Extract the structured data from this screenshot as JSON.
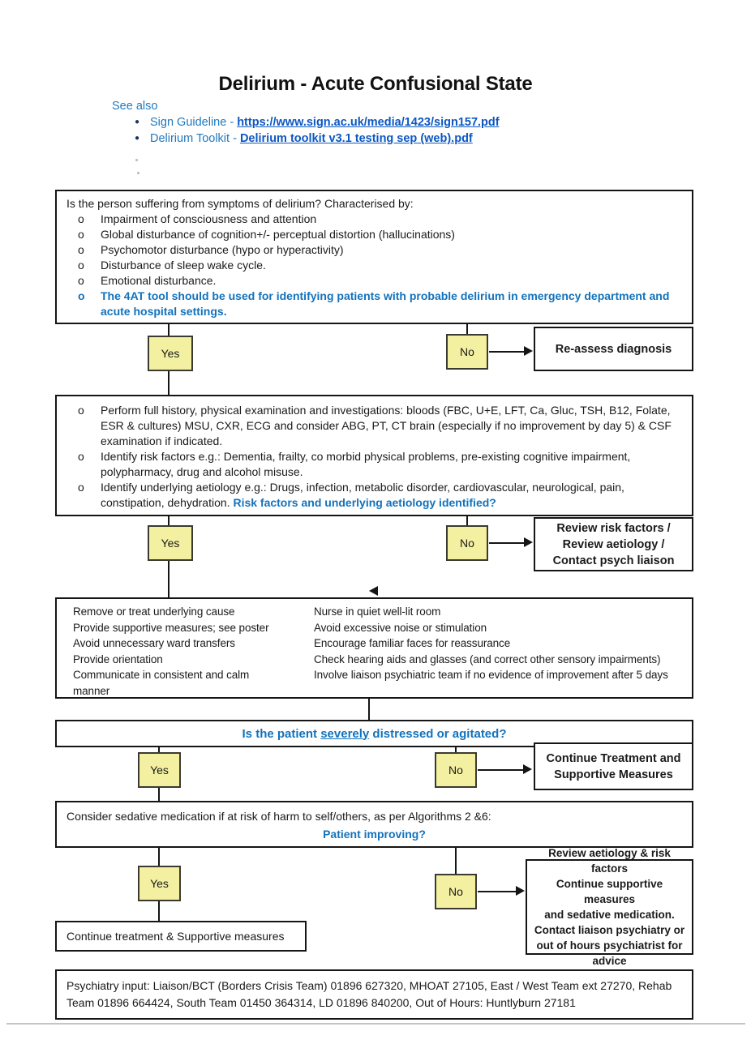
{
  "glyphs": {
    "o_marker": "o",
    "dot": "●"
  },
  "labels": {
    "yes": "Yes",
    "no": "No"
  },
  "colors": {
    "accent_blue": "#1272BC",
    "link_blue": "#0B57C2",
    "lead_blue": "#2179BE",
    "box_yellow": "#F4F0A1"
  },
  "header": {
    "title": "Delirium - Acute Confusional State",
    "see_also": "See also",
    "links": [
      {
        "lead": "Sign Guideline - ",
        "text": "https://www.sign.ac.uk/media/1423/sign157.pdf"
      },
      {
        "lead": "Delirium Toolkit - ",
        "text": "Delirium toolkit v3.1 testing sep (web).pdf"
      }
    ]
  },
  "flow": {
    "q1": {
      "intro": "Is the person suffering from symptoms of delirium? Characterised by:",
      "bullets": [
        "Impairment of consciousness and attention",
        "Global disturbance of cognition+/- perceptual distortion (hallucinations)",
        "Psychomotor disturbance (hypo or hyperactivity)",
        "Disturbance of sleep wake cycle.",
        "Emotional disturbance."
      ],
      "highlight": "The 4AT tool should be used for identifying patients with probable delirium in emergency department and acute hospital settings."
    },
    "reassess": "Re-assess diagnosis",
    "q2": {
      "bullet1": "Perform full history, physical examination and investigations: bloods (FBC, U+E, LFT, Ca, Gluc, TSH, B12, Folate, ESR & cultures) MSU, CXR, ECG and consider ABG, PT, CT brain (especially if no improvement by day 5) & CSF examination if indicated.",
      "bullet2": "Identify risk factors e.g.:  Dementia, frailty, co morbid physical problems, pre-existing cognitive impairment, polypharmacy, drug and alcohol misuse.",
      "bullet3_pre": "Identify underlying aetiology e.g.:  Drugs, infection, metabolic disorder, cardiovascular, neurological, pain, constipation, dehydration. ",
      "bullet3_q": "Risk factors and underlying aetiology identified?"
    },
    "review1": {
      "lines": [
        "Review risk factors /",
        "Review aetiology /",
        "Contact psych liaison"
      ]
    },
    "supportive": {
      "left": [
        "Remove or treat underlying cause",
        "Provide supportive measures; see poster",
        "Avoid unnecessary ward transfers",
        "Provide orientation",
        "Communicate in consistent and calm manner"
      ],
      "right": [
        "Nurse in quiet well-lit room",
        "Avoid excessive noise or stimulation",
        "Encourage familiar faces for reassurance",
        "Check hearing aids and glasses (and correct other sensory impairments)",
        "Involve liaison psychiatric team if no evidence of improvement after 5 days"
      ]
    },
    "q3": {
      "pre": "Is the patient ",
      "underlined": "severely",
      "post": " distressed or agitated?"
    },
    "continue1": "Continue Treatment and Supportive Measures",
    "q4": {
      "line1": "Consider sedative medication if at risk of harm to self/others, as per Algorithms 2 &6:",
      "line2": "Patient improving?"
    },
    "review2": {
      "lines": [
        "Review aetiology & risk factors",
        "Continue supportive measures",
        "and sedative medication.",
        "Contact liaison psychiatry or",
        "out of hours psychiatrist for",
        "advice"
      ]
    },
    "continue2": "Continue treatment & Supportive measures",
    "psychiatry": "Psychiatry input:  Liaison/BCT (Borders Crisis Team) 01896 627320, MHOAT 27105, East / West Team ext 27270, Rehab Team 01896 664424, South Team 01450 364314, LD 01896 840200, Out of Hours: Huntlyburn 27181"
  }
}
